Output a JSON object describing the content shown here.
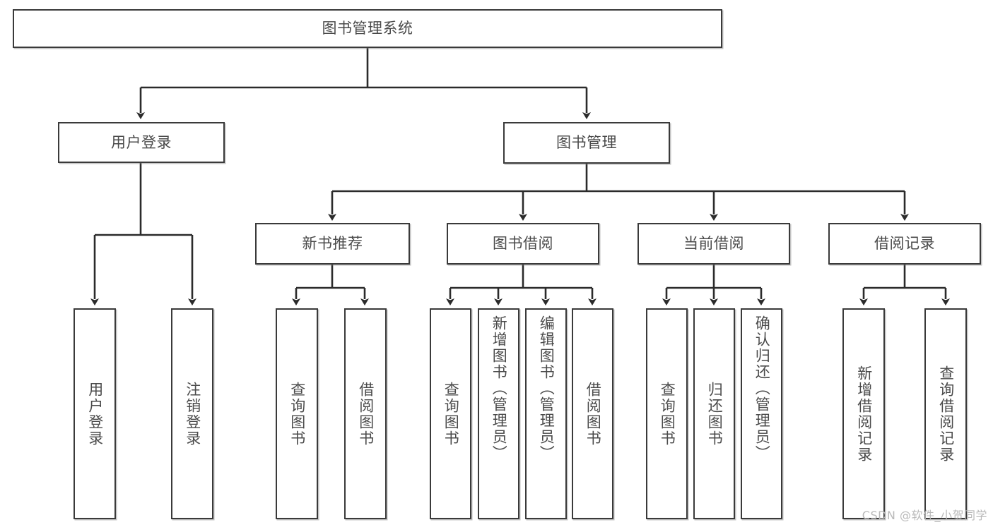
{
  "diagram": {
    "title": "图书管理系统",
    "type": "tree-hierarchy-chart",
    "root": {
      "id": "root",
      "label": "图书管理系统"
    },
    "level2": [
      {
        "id": "user-login",
        "label": "用户登录"
      },
      {
        "id": "book-manage",
        "label": "图书管理"
      }
    ],
    "level3": [
      {
        "id": "new-book-recommend",
        "label": "新书推荐",
        "parent": "book-manage"
      },
      {
        "id": "book-borrow",
        "label": "图书借阅",
        "parent": "book-manage"
      },
      {
        "id": "current-borrow",
        "label": "当前借阅",
        "parent": "book-manage"
      },
      {
        "id": "borrow-record",
        "label": "借阅记录",
        "parent": "book-manage"
      }
    ],
    "leaves": {
      "user_login": [
        {
          "id": "leaf-user-login",
          "label": "用户登录"
        },
        {
          "id": "leaf-user-logout",
          "label": "注销登录"
        }
      ],
      "new_book_recommend": [
        {
          "id": "leaf-query-book-1",
          "label": "查询图书"
        },
        {
          "id": "leaf-borrow-book-1",
          "label": "借阅图书"
        }
      ],
      "book_borrow": [
        {
          "id": "leaf-query-book-2",
          "label": "查询图书"
        },
        {
          "id": "leaf-add-book",
          "label": "新增图书（管理员）"
        },
        {
          "id": "leaf-edit-book",
          "label": "编辑图书（管理员）"
        },
        {
          "id": "leaf-borrow-book-2",
          "label": "借阅图书"
        }
      ],
      "current_borrow": [
        {
          "id": "leaf-query-book-3",
          "label": "查询图书"
        },
        {
          "id": "leaf-return-book",
          "label": "归还图书"
        },
        {
          "id": "leaf-confirm-return",
          "label": "确认归还（管理员）"
        }
      ],
      "borrow_record": [
        {
          "id": "leaf-add-record",
          "label": "新增借阅记录"
        },
        {
          "id": "leaf-query-record",
          "label": "查询借阅记录"
        }
      ]
    }
  },
  "watermark": {
    "text": "CSDN @软件_小贺同学"
  },
  "colors": {
    "box_border": "#3a3a3a",
    "box_fill": "#ffffff",
    "text": "#4a4a4a",
    "edge": "#2b2b2b",
    "watermark": "#b9b9b9",
    "background": "#ffffff"
  }
}
